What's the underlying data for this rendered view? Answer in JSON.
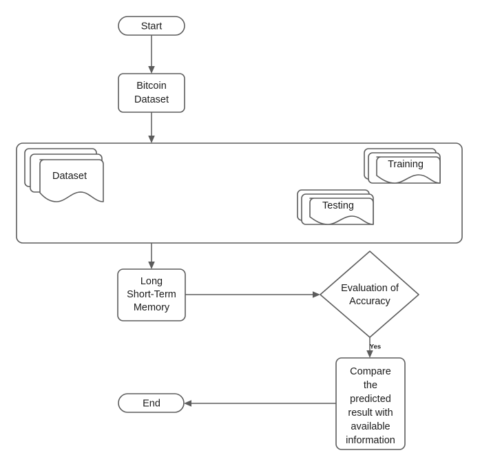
{
  "diagram": {
    "type": "flowchart",
    "title": "",
    "background_color": "#ffffff",
    "stroke_color": "#5c5c5c",
    "text_color": "#1a1a1a",
    "nodes": {
      "start": {
        "label": "Start",
        "shape": "terminator"
      },
      "bitcoin_dataset": {
        "label_line1": "Bitcoin",
        "label_line2": "Dataset",
        "shape": "process"
      },
      "split_container": {
        "label": "",
        "shape": "group-box"
      },
      "dataset": {
        "label": "Dataset",
        "shape": "multi-document"
      },
      "training": {
        "label": "Training",
        "shape": "multi-document"
      },
      "testing": {
        "label": "Testing",
        "shape": "multi-document"
      },
      "lstm": {
        "label_line1": "Long",
        "label_line2": "Short-Term",
        "label_line3": "Memory",
        "shape": "process"
      },
      "evaluation": {
        "label_line1": "Evaluation of",
        "label_line2": "Accuracy",
        "shape": "decision"
      },
      "compare": {
        "label_line1": "Compare",
        "label_line2": "the",
        "label_line3": "predicted",
        "label_line4": "result with",
        "label_line5": "available",
        "label_line6": "information",
        "shape": "process"
      },
      "end": {
        "label": "End",
        "shape": "terminator"
      }
    },
    "edges": [
      {
        "from": "start",
        "to": "bitcoin_dataset",
        "label": ""
      },
      {
        "from": "bitcoin_dataset",
        "to": "split_container",
        "label": ""
      },
      {
        "from": "dataset",
        "to": "training",
        "label": ""
      },
      {
        "from": "dataset",
        "to": "testing",
        "label": ""
      },
      {
        "from": "split_container",
        "to": "lstm",
        "label": ""
      },
      {
        "from": "lstm",
        "to": "evaluation",
        "label": ""
      },
      {
        "from": "evaluation",
        "to": "compare",
        "label": "Yes"
      },
      {
        "from": "compare",
        "to": "end",
        "label": ""
      }
    ],
    "edge_labels": {
      "yes": "Yes"
    }
  }
}
